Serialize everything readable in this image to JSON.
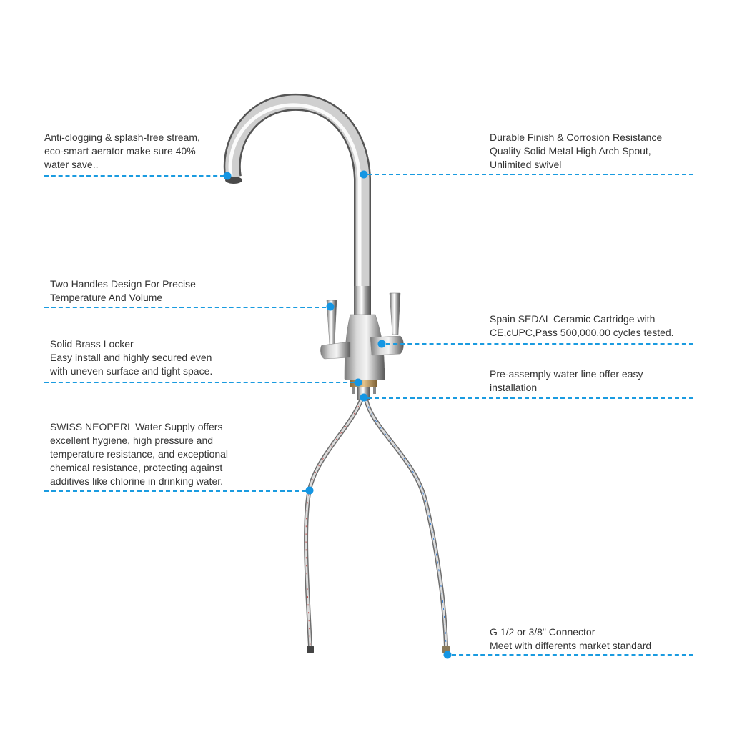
{
  "colors": {
    "accent": "#1596e3",
    "dash": "#1a9be0",
    "text": "#333333",
    "chrome_light": "#f2f2f2",
    "chrome_dark": "#6b6b6b",
    "brass": "#b8935a",
    "hose_red_stripe": "#c0504d",
    "hose_blue_stripe": "#3b7fd1"
  },
  "callouts": [
    {
      "id": "aerator",
      "side": "left",
      "text": "Anti-clogging & splash-free stream,\neco-smart aerator make sure 40%\nwater save.."
    },
    {
      "id": "spout",
      "side": "right",
      "text": "Durable Finish & Corrosion Resistance\nQuality Solid Metal High Arch Spout,\nUnlimited swivel"
    },
    {
      "id": "handles",
      "side": "left",
      "text": "Two Handles Design For Precise\nTemperature And Volume"
    },
    {
      "id": "cartridge",
      "side": "right",
      "text": "Spain SEDAL Ceramic Cartridge with\nCE,cUPC,Pass 500,000.00 cycles tested."
    },
    {
      "id": "locker",
      "side": "left",
      "text": "Solid Brass Locker\nEasy install and highly secured even\nwith uneven surface and tight space."
    },
    {
      "id": "waterline",
      "side": "right",
      "text": "Pre-assemply water line offer easy\ninstallation"
    },
    {
      "id": "hose",
      "side": "left",
      "text": "SWISS NEOPERL Water Supply offers\nexcellent hygiene, high pressure and\ntemperature resistance, and exceptional\nchemical resistance, protecting against\nadditives like chlorine in drinking water."
    },
    {
      "id": "connector",
      "side": "right",
      "text": "G 1/2 or 3/8\" Connector\nMeet with differents market standard"
    }
  ]
}
